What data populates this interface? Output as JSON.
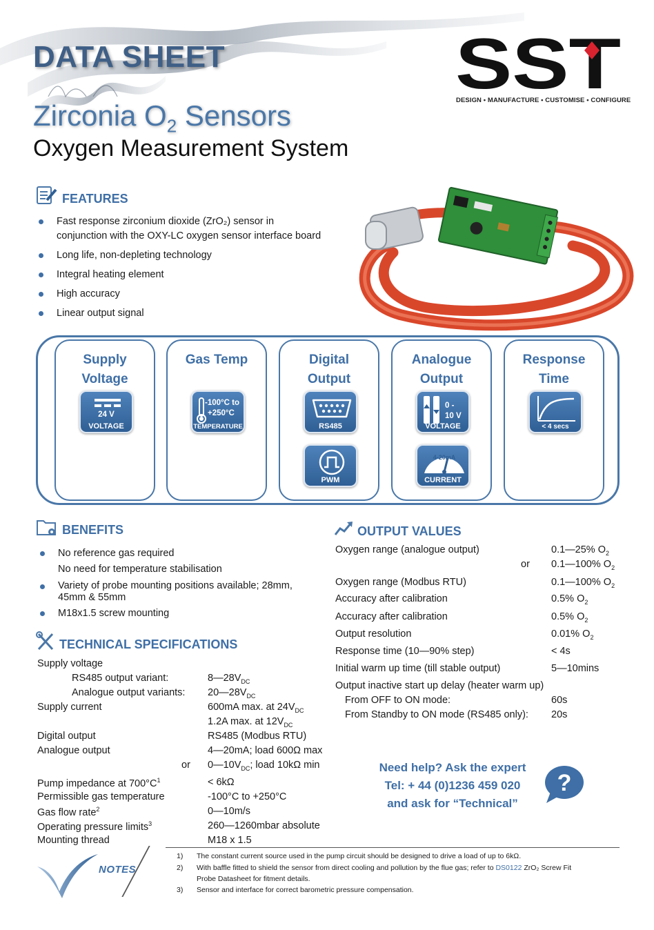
{
  "header": {
    "title": "DATA SHEET",
    "product_name": "Zirconia O",
    "product_sub": "2",
    "product_suffix": " Sensors",
    "subtitle": "Oxygen Measurement System"
  },
  "logo": {
    "brand": "SST",
    "tagline": "DESIGN • MANUFACTURE • CUSTOMISE • CONFIGURE",
    "accent_color": "#d9232e"
  },
  "features": {
    "heading": "FEATURES",
    "items": [
      "Fast response zirconium dioxide (ZrO₂) sensor in",
      "conjunction with the OXY-LC oxygen sensor interface board",
      "Long life, non-depleting technology",
      "Integral heating element",
      "High accuracy",
      "Linear output signal"
    ]
  },
  "cards": [
    {
      "title1": "Supply",
      "title2": "Voltage",
      "tile_value": "24 V",
      "tile_label": "VOLTAGE",
      "icon": "dc-voltage-icon"
    },
    {
      "title1": "Gas Temp",
      "title2": "",
      "tile_value1": "-100°C to",
      "tile_value2": "+250°C",
      "tile_label": "TEMPERATURE",
      "icon": "thermometer-icon"
    },
    {
      "title1": "Digital",
      "title2": "Output",
      "tile_label": "RS485",
      "tile2_label": "PWM",
      "icon": "serial-port-icon",
      "icon2": "pwm-wave-icon"
    },
    {
      "title1": "Analogue",
      "title2": "Output",
      "tile_value1": "0 -",
      "tile_value2": "10 V",
      "tile_label": "VOLTAGE",
      "tile2_value": "4-20mA",
      "tile2_label": "CURRENT",
      "icon": "voltage-slider-icon",
      "icon2": "current-gauge-icon"
    },
    {
      "title1": "Response",
      "title2": "Time",
      "tile_value": "< 4 secs",
      "icon": "response-curve-icon"
    }
  ],
  "benefits": {
    "heading": "BENEFITS",
    "items": [
      "No reference gas required",
      "No need for temperature stabilisation",
      "Variety of probe mounting positions available; 28mm,",
      "45mm & 55mm",
      "M18x1.5 screw mounting"
    ]
  },
  "tech": {
    "heading": "TECHNICAL SPECIFICATIONS",
    "supply_voltage": "Supply voltage",
    "rs485_variant": "RS485 output variant:",
    "rs485_value": "8—28V",
    "analogue_variants": "Analogue output variants:",
    "analogue_value": "20—28V",
    "dc": "DC",
    "supply_current": "Supply current",
    "current1": "600mA max. at 24V",
    "current2": "1.2A max. at 12V",
    "digital_output": "Digital output",
    "digital_value": "RS485 (Modbus RTU)",
    "analogue_output": "Analogue output",
    "analogue_value1": "4—20mA; load 600Ω max",
    "or": "or",
    "analogue_value2a": "0—10V",
    "analogue_value2b": "; load 10kΩ min",
    "pump_impedance": "Pump impedance at 700°C",
    "pump_sup": "1",
    "pump_value": "< 6kΩ",
    "gas_temp": "Permissible gas temperature",
    "gas_temp_value": "-100°C to +250°C",
    "flow_rate": "Gas flow rate",
    "flow_sup": "2",
    "flow_value": "0—10m/s",
    "pressure": "Operating pressure limits",
    "pressure_sup": "3",
    "pressure_value": "260—1260mbar absolute",
    "thread": "Mounting thread",
    "thread_value": "M18 x 1.5"
  },
  "output": {
    "heading": "OUTPUT VALUES",
    "o2": "O",
    "o2_sub": "2",
    "range_analogue": "Oxygen range (analogue output)",
    "range_analogue_v1": "0.1—25%",
    "or": "or",
    "range_analogue_v2": "0.1—100%",
    "range_modbus": "Oxygen range (Modbus RTU)",
    "range_modbus_v": "0.1—100%",
    "accuracy1": "Accuracy after calibration",
    "accuracy1_v": "0.5%",
    "accuracy2": "Accuracy after calibration",
    "accuracy2_v": "0.5%",
    "resolution": "Output resolution",
    "resolution_v": "0.01%",
    "response": "Response time (10—90% step)",
    "response_v": "< 4s",
    "warmup": "Initial warm up time (till stable output)",
    "warmup_v": "5—10mins",
    "delay": "Output inactive start up delay (heater warm up)",
    "off_on": "From OFF to ON mode:",
    "off_on_v": "60s",
    "standby_on": "From Standby to ON mode (RS485 only):",
    "standby_on_v": "20s"
  },
  "help": {
    "line1": "Need help? Ask the expert",
    "line2": "Tel: + 44 (0)1236 459 020",
    "line3": "and ask for “Technical”"
  },
  "notes": {
    "label": "NOTES",
    "n1": "1)",
    "t1": "The constant current source used in the pump circuit should be designed to drive a load of up to 6kΩ.",
    "n2": "2)",
    "t2a": "With baffle fitted to shield the sensor from direct cooling and pollution by the flue gas; refer to ",
    "t2link": "DS0122",
    "t2b": " ZrO₂ Screw Fit",
    "t2c": "Probe Datasheet for fitment details.",
    "n3": "3)",
    "t3": "Sensor and interface for correct barometric pressure compensation."
  }
}
